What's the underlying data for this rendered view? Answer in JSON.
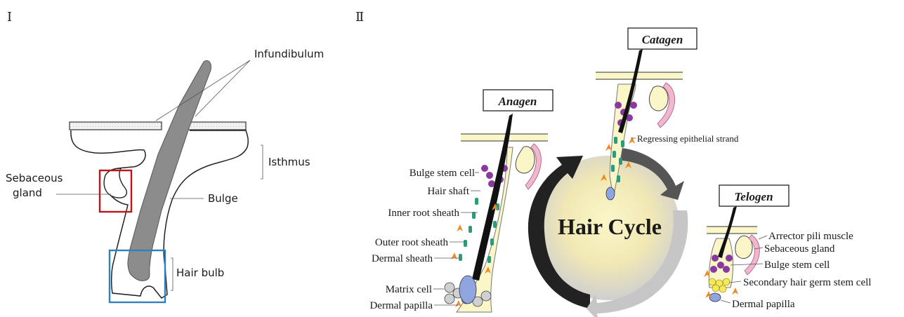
{
  "panel_one": {
    "roman": "Ⅰ",
    "labels": {
      "infundibulum": "Infundibulum",
      "isthmus": "Isthmus",
      "sebaceous_line1": "Sebaceous",
      "sebaceous_line2": "gland",
      "bulge": "Bulge",
      "hair_bulb": "Hair bulb"
    },
    "colors": {
      "hair": "#8c8c8c",
      "sebaceous_box": "#c0141c",
      "bulb_box": "#2f7fc1"
    }
  },
  "panel_two": {
    "roman": "Ⅱ",
    "center_title": "Hair Cycle",
    "stages": {
      "anagen": "Anagen",
      "catagen": "Catagen",
      "telogen": "Telogen"
    },
    "anagen_labels": [
      "Bulge stem cell",
      "Hair shaft",
      "Inner root sheath",
      "Outer root sheath",
      "Dermal sheath",
      "Matrix cell",
      "Dermal papilla"
    ],
    "catagen_labels": [
      "Regressing epithelial strand"
    ],
    "telogen_labels": [
      "Arrector pili muscle",
      "Sebaceous gland",
      "Bulge stem cell",
      "Secondary hair germ stem cell",
      "Dermal papilla"
    ],
    "colors": {
      "purple_cells": "#8a3a9e",
      "green_cells": "#2e9a7a",
      "papilla": "#8fa5e0",
      "gland": "#fbf6c8",
      "muscle": "#f2b6cf",
      "flame": "#f08a1e",
      "arrow_dark": "#222222",
      "arrow_mid": "#555555",
      "arrow_light": "#c6c6c6",
      "germ": "#f4ea55"
    }
  }
}
